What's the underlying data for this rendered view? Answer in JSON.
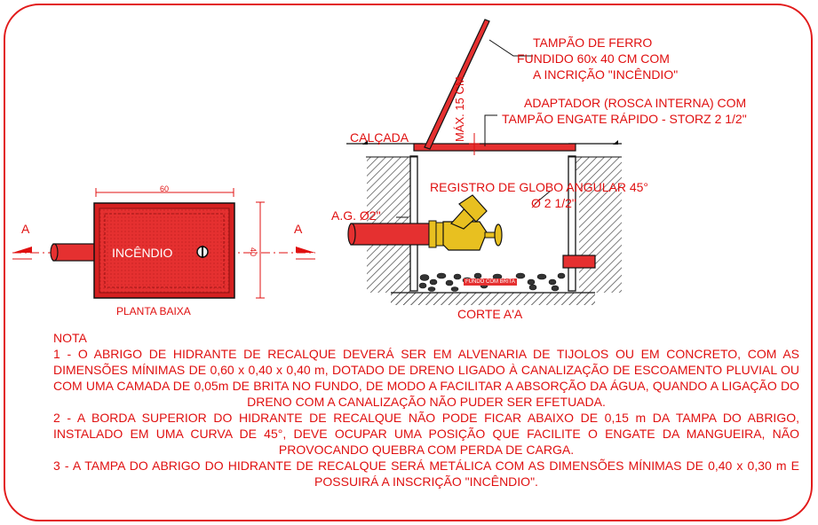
{
  "plan": {
    "dim_width": "60",
    "dim_height": "40",
    "lid_text": "INCÊNDIO",
    "section_letter_left": "A",
    "section_letter_right": "A",
    "caption": "PLANTA BAIXA"
  },
  "section": {
    "lid_label": [
      "TAMPÃO DE FERRO",
      "FUNDIDO 60x 40 CM COM",
      "A INCRIÇÃO \"INCÊNDIO\""
    ],
    "adapter_label": [
      "ADAPTADOR (ROSCA INTERNA) COM",
      "TAMPÃO  ENGATE RÁPIDO - STORZ  2 1/2\""
    ],
    "max_label": "MÁX. 15 CM",
    "sidewalk_label": "CALÇADA",
    "valve_label": [
      "REGISTRO DE GLOBO ANGULAR 45°",
      "Ø 2 1/2\""
    ],
    "pipe_label": "A.G. Ø2\"",
    "gravel_label": "FUNDO COM BRITA",
    "caption": "CORTE A'A"
  },
  "notes": {
    "title": "NOTA",
    "items": [
      "1 - O ABRIGO DE HIDRANTE DE RECALQUE DEVERÁ SER EM ALVENARIA DE TIJOLOS OU EM CONCRETO, COM AS DIMENSÕES MÍNIMAS DE 0,60 x 0,40 x 0,40 m, DOTADO DE DRENO LIGADO À CANALIZAÇÃO DE ESCOAMENTO PLUVIAL OU COM UMA CAMADA DE 0,05m DE BRITA NO FUNDO, DE MODO A FACILITAR A ABSORÇÃO DA ÁGUA, QUANDO A LIGAÇÃO DO  DRENO COM A CANALIZAÇÃO NÃO PUDER SER EFETUADA.",
      "2 - A BORDA SUPERIOR DO HIDRANTE DE RECALQUE NÃO PODE FICAR ABAIXO DE 0,15 m DA TAMPA DO ABRIGO, INSTALADO EM UMA CURVA DE 45°, DEVE OCUPAR UMA POSIÇÃO QUE FACILITE O ENGATE DA MANGUEIRA, NÃO PROVOCANDO QUEBRA COM PERDA DE CARGA.",
      "3 - A TAMPA DO ABRIGO DO HIDRANTE DE RECALQUE SERÁ METÁLICA COM AS DIMENSÕES MÍNIMAS DE 0,40 x 0,30 m E POSSUIRÁ A INSCRIÇÃO \"INCÊNDIO\"."
    ]
  },
  "colors": {
    "red": "#e01010",
    "lid_red": "#e53030",
    "brass": "#e8c020",
    "frame": "#e21b1b"
  }
}
